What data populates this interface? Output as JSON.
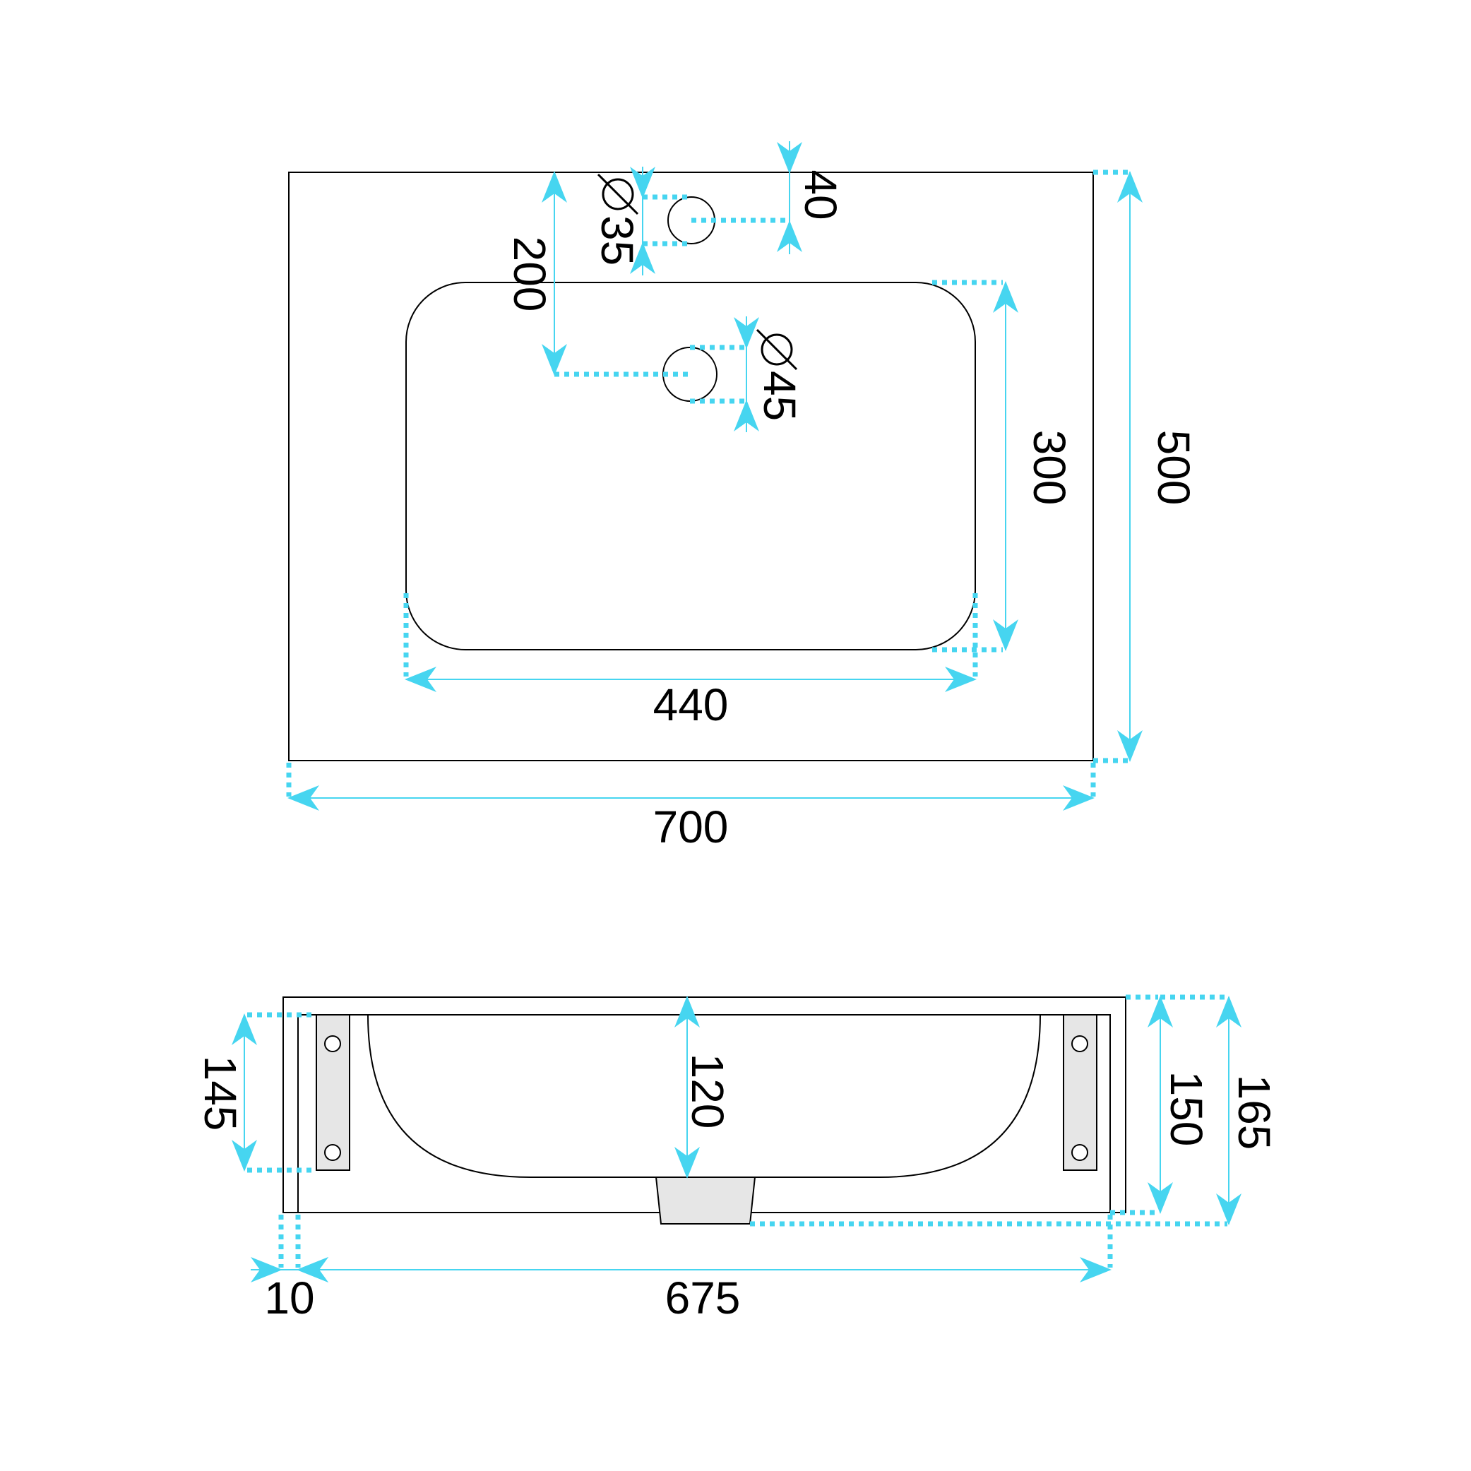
{
  "top_view": {
    "width_label": "700",
    "depth_label": "500",
    "bowl_width_label": "440",
    "bowl_depth_label": "300",
    "tap_offset_label": "200",
    "tap_edge_label": "40",
    "tap_hole_label": "35",
    "drain_hole_label": "45"
  },
  "front_view": {
    "inner_width_label": "675",
    "wall_label": "10",
    "bracket_height_label": "145",
    "bowl_depth_label": "120",
    "body_height_label": "150",
    "total_height_label": "165"
  },
  "colors": {
    "dimension": "#46d5f0",
    "outline": "#000000",
    "bracket_fill": "#e6e6e6"
  },
  "icons": {
    "diameter_symbol": "diameter-icon"
  }
}
